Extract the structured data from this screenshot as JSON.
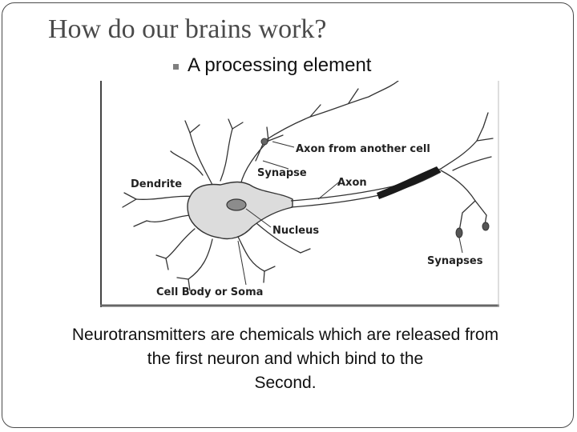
{
  "slide": {
    "title": "How do our brains work?",
    "bullet": "A processing element",
    "caption_lines": [
      "Neurotransmitters are chemicals which are released from",
      "the first neuron and which bind to the",
      "Second."
    ]
  },
  "diagram": {
    "labels": {
      "axon_from_another_cell": "Axon from another cell",
      "synapse": "Synapse",
      "axon": "Axon",
      "dendrite": "Dendrite",
      "nucleus": "Nucleus",
      "synapses": "Synapses",
      "cell_body": "Cell Body or Soma"
    }
  },
  "colors": {
    "title_text": "#4a4a4a",
    "bullet_marker": "#7f7f7f",
    "soma_fill": "#dcdcdc",
    "nucleus_fill": "#8c8c8c",
    "axon_dark": "#1a1a1a"
  }
}
